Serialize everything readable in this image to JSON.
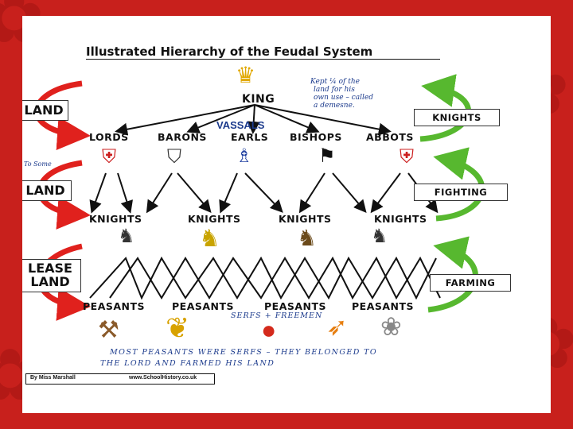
{
  "title": "Illustrated Hierarchy of the Feudal System",
  "king": "KING",
  "vassals_label": "VASSALS",
  "king_note": [
    "Kept ¼ of the",
    "land for his",
    "own use – called",
    "a demesne."
  ],
  "nobles": [
    "LORDS",
    "BARONS",
    "EARLS",
    "BISHOPS",
    "ABBOTS"
  ],
  "knights": [
    "KNIGHTS",
    "KNIGHTS",
    "KNIGHTS",
    "KNIGHTS"
  ],
  "peasants": [
    "PEASANTS",
    "PEASANTS",
    "PEASANTS",
    "PEASANTS"
  ],
  "serfs_label": "SERFS + FREEMEN",
  "bottom_note": [
    "MOST PEASANTS WERE SERFS – THEY BELONGED TO",
    "THE LORD AND FARMED HIS LAND"
  ],
  "left_labels": {
    "land_top": "LAND",
    "land_mid": "LAND",
    "lease_land": [
      "LEASE",
      "LAND"
    ],
    "scribble": "To Some"
  },
  "right_labels": {
    "knights": "KNIGHTS",
    "fighting": "FIGHTING",
    "farming": "FARMING"
  },
  "footer": {
    "author": "By Miss Marshall",
    "site": "www.SchoolHistory.co.uk"
  },
  "colors": {
    "background": "#c8201c",
    "left_arrows": "#e0211d",
    "right_arrows": "#57b82f",
    "handwriting": "#1b3a8c"
  },
  "icons": [
    "crown-icon",
    "shield-icon",
    "mitre-bishop-icon",
    "banner-icon",
    "knight-icon",
    "spade-icon",
    "wheat-icon",
    "tomato-icon",
    "carrot-icon",
    "hen-icon"
  ]
}
